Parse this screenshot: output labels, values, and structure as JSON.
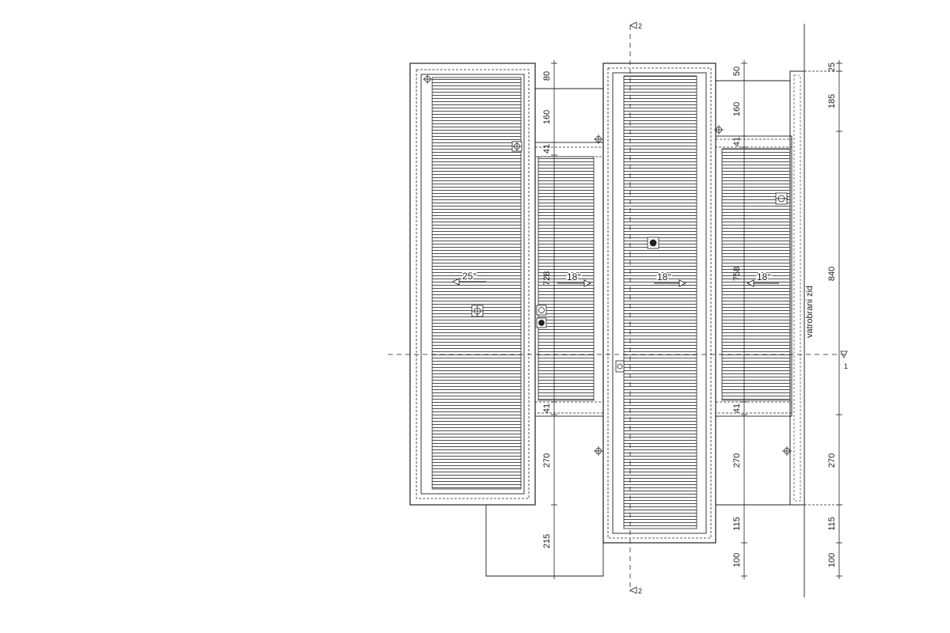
{
  "drawing": {
    "line_color": "#222222",
    "background": "#ffffff",
    "section_markers": {
      "vertical": "2",
      "horizontal": "1"
    },
    "wall_label": "vatrobrani zid"
  },
  "roofs": [
    {
      "name": "left-roof-section",
      "slope": "25°",
      "slope_arrow": "left"
    },
    {
      "name": "left-middle-roof-section",
      "slope": "18°",
      "slope_arrow": "right",
      "span_label": "728"
    },
    {
      "name": "center-roof-section",
      "slope": "18°",
      "slope_arrow": "right"
    },
    {
      "name": "right-roof-section",
      "slope": "18°",
      "slope_arrow": "left",
      "span_label": "758"
    }
  ],
  "dimensions": {
    "left_chain": [
      "80",
      "160",
      "41",
      "41",
      "270",
      "215"
    ],
    "middle_chain": [
      "50",
      "160",
      "41",
      "41",
      "270",
      "115",
      "100"
    ],
    "right_chain": [
      "25",
      "185",
      "840",
      "270",
      "115",
      "100"
    ]
  },
  "symbols": [
    {
      "name": "roof-drain-symbol",
      "count_label": ""
    },
    {
      "name": "vent-symbol",
      "count_label": ""
    }
  ]
}
